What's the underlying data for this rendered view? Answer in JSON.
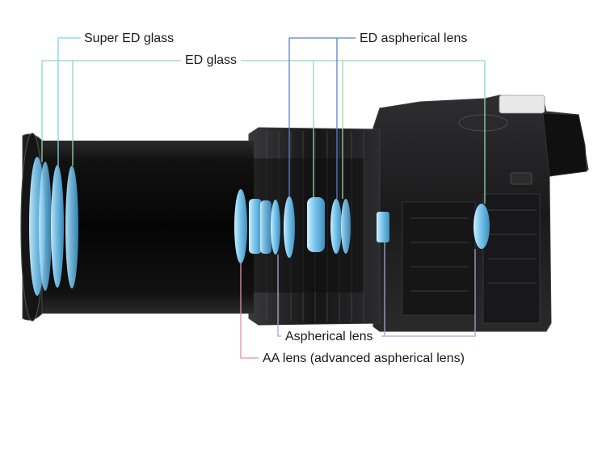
{
  "labels": {
    "super_ed_glass": "Super ED glass",
    "ed_glass": "ED glass",
    "ed_aspherical_lens": "ED aspherical lens",
    "aspherical_lens": "Aspherical lens",
    "aa_lens": "AA lens (advanced aspherical lens)"
  },
  "colors": {
    "super_ed_line": "#7fd4ec",
    "ed_glass_line": "#8fd8b0",
    "ed_aspherical_line": "#5a7fc8",
    "aspherical_line": "#a8a4d0",
    "aa_line": "#e890a8",
    "lens_glass": "#7ec8ee",
    "camera_body": "#1c1c1e"
  }
}
